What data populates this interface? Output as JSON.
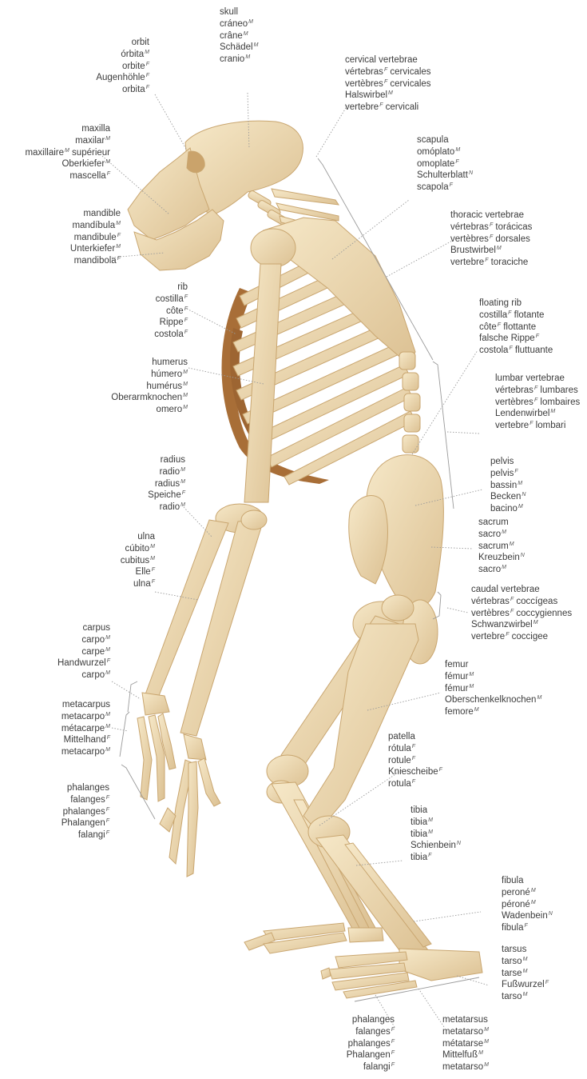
{
  "labels": [
    {
      "id": "skull",
      "terms": [
        [
          "skull",
          ""
        ],
        [
          "cráneo",
          "M"
        ],
        [
          "crâne",
          "M"
        ],
        [
          "Schädel",
          "M"
        ],
        [
          "cranio",
          "M"
        ]
      ]
    },
    {
      "id": "orbit",
      "terms": [
        [
          "orbit",
          ""
        ],
        [
          "órbita",
          "M"
        ],
        [
          "orbite",
          "F"
        ],
        [
          "Augenhöhle",
          "F"
        ],
        [
          "orbita",
          "F"
        ]
      ]
    },
    {
      "id": "maxilla",
      "terms": [
        [
          "maxilla",
          ""
        ],
        [
          "maxilar",
          "M"
        ],
        [
          "maxillaire",
          "M",
          " supérieur"
        ],
        [
          "Oberkiefer",
          "M"
        ],
        [
          "mascella",
          "F"
        ]
      ]
    },
    {
      "id": "mandible",
      "terms": [
        [
          "mandible",
          ""
        ],
        [
          "mandíbula",
          "M"
        ],
        [
          "mandibule",
          "F"
        ],
        [
          "Unterkiefer",
          "M"
        ],
        [
          "mandibola",
          "F"
        ]
      ]
    },
    {
      "id": "cervical-vertebrae",
      "terms": [
        [
          "cervical vertebrae",
          ""
        ],
        [
          "vértebras",
          "F",
          " cervicales"
        ],
        [
          "vertèbres",
          "F",
          " cervicales"
        ],
        [
          "Halswirbel",
          "M"
        ],
        [
          "vertebre",
          "F",
          " cervicali"
        ]
      ]
    },
    {
      "id": "scapula",
      "terms": [
        [
          "scapula",
          ""
        ],
        [
          "omóplato",
          "M"
        ],
        [
          "omoplate",
          "F"
        ],
        [
          "Schulterblatt",
          "N"
        ],
        [
          "scapola",
          "F"
        ]
      ]
    },
    {
      "id": "thoracic-vertebrae",
      "terms": [
        [
          "thoracic vertebrae",
          ""
        ],
        [
          "vértebras",
          "F",
          " torácicas"
        ],
        [
          "vertèbres",
          "F",
          " dorsales"
        ],
        [
          "Brustwirbel",
          "M"
        ],
        [
          "vertebre",
          "F",
          " toraciche"
        ]
      ]
    },
    {
      "id": "rib",
      "terms": [
        [
          "rib",
          ""
        ],
        [
          "costilla",
          "F"
        ],
        [
          "côte",
          "F"
        ],
        [
          "Rippe",
          "F"
        ],
        [
          "costola",
          "F"
        ]
      ]
    },
    {
      "id": "floating-rib",
      "terms": [
        [
          "floating rib",
          ""
        ],
        [
          "costilla",
          "F",
          " flotante"
        ],
        [
          "côte",
          "F",
          " flottante"
        ],
        [
          "falsche Rippe",
          "F"
        ],
        [
          "costola",
          "F",
          " fluttuante"
        ]
      ]
    },
    {
      "id": "humerus",
      "terms": [
        [
          "humerus",
          ""
        ],
        [
          "húmero",
          "M"
        ],
        [
          "humérus",
          "M"
        ],
        [
          "Oberarmknochen",
          "M"
        ],
        [
          "omero",
          "M"
        ]
      ]
    },
    {
      "id": "lumbar-vertebrae",
      "terms": [
        [
          "lumbar vertebrae",
          ""
        ],
        [
          "vértebras",
          "F",
          " lumbares"
        ],
        [
          "vertèbres",
          "F",
          " lombaires"
        ],
        [
          "Lendenwirbel",
          "M"
        ],
        [
          "vertebre",
          "F",
          " lombari"
        ]
      ]
    },
    {
      "id": "radius",
      "terms": [
        [
          "radius",
          ""
        ],
        [
          "radio",
          "M"
        ],
        [
          "radius",
          "M"
        ],
        [
          "Speiche",
          "F"
        ],
        [
          "radio",
          "M"
        ]
      ]
    },
    {
      "id": "pelvis",
      "terms": [
        [
          "pelvis",
          ""
        ],
        [
          "pelvis",
          "F"
        ],
        [
          "bassin",
          "M"
        ],
        [
          "Becken",
          "N"
        ],
        [
          "bacino",
          "M"
        ]
      ]
    },
    {
      "id": "ulna",
      "terms": [
        [
          "ulna",
          ""
        ],
        [
          "cúbito",
          "M"
        ],
        [
          "cubitus",
          "M"
        ],
        [
          "Elle",
          "F"
        ],
        [
          "ulna",
          "F"
        ]
      ]
    },
    {
      "id": "sacrum",
      "terms": [
        [
          "sacrum",
          ""
        ],
        [
          "sacro",
          "M"
        ],
        [
          "sacrum",
          "M"
        ],
        [
          "Kreuzbein",
          "N"
        ],
        [
          "sacro",
          "M"
        ]
      ]
    },
    {
      "id": "caudal-vertebrae",
      "terms": [
        [
          "caudal vertebrae",
          ""
        ],
        [
          "vértebras",
          "F",
          " coccígeas"
        ],
        [
          "vertèbres",
          "F",
          " coccygiennes"
        ],
        [
          "Schwanzwirbel",
          "M"
        ],
        [
          "vertebre",
          "F",
          " coccigee"
        ]
      ]
    },
    {
      "id": "carpus",
      "terms": [
        [
          "carpus",
          ""
        ],
        [
          "carpo",
          "M"
        ],
        [
          "carpe",
          "M"
        ],
        [
          "Handwurzel",
          "F"
        ],
        [
          "carpo",
          "M"
        ]
      ]
    },
    {
      "id": "femur",
      "terms": [
        [
          "femur",
          ""
        ],
        [
          "fémur",
          "M"
        ],
        [
          "fémur",
          "M"
        ],
        [
          "Oberschenkelknochen",
          "M"
        ],
        [
          "femore",
          "M"
        ]
      ]
    },
    {
      "id": "metacarpus",
      "terms": [
        [
          "metacarpus",
          ""
        ],
        [
          "metacarpo",
          "M"
        ],
        [
          "métacarpe",
          "M"
        ],
        [
          "Mittelhand",
          "F"
        ],
        [
          "metacarpo",
          "M"
        ]
      ]
    },
    {
      "id": "patella",
      "terms": [
        [
          "patella",
          ""
        ],
        [
          "rótula",
          "F"
        ],
        [
          "rotule",
          "F"
        ],
        [
          "Kniescheibe",
          "F"
        ],
        [
          "rotula",
          "F"
        ]
      ]
    },
    {
      "id": "phalanges-hand",
      "terms": [
        [
          "phalanges",
          ""
        ],
        [
          "falanges",
          "F"
        ],
        [
          "phalanges",
          "F"
        ],
        [
          "Phalangen",
          "F"
        ],
        [
          "falangi",
          "F"
        ]
      ]
    },
    {
      "id": "tibia",
      "terms": [
        [
          "tibia",
          ""
        ],
        [
          "tibia",
          "M"
        ],
        [
          "tibia",
          "M"
        ],
        [
          "Schienbein",
          "N"
        ],
        [
          "tibia",
          "F"
        ]
      ]
    },
    {
      "id": "fibula",
      "terms": [
        [
          "fibula",
          ""
        ],
        [
          "peroné",
          "M"
        ],
        [
          "péroné",
          "M"
        ],
        [
          "Wadenbein",
          "N"
        ],
        [
          "fibula",
          "F"
        ]
      ]
    },
    {
      "id": "tarsus",
      "terms": [
        [
          "tarsus",
          ""
        ],
        [
          "tarso",
          "M"
        ],
        [
          "tarse",
          "M"
        ],
        [
          "Fußwurzel",
          "F"
        ],
        [
          "tarso",
          "M"
        ]
      ]
    },
    {
      "id": "phalanges-foot",
      "terms": [
        [
          "phalanges",
          ""
        ],
        [
          "falanges",
          "F"
        ],
        [
          "phalanges",
          "F"
        ],
        [
          "Phalangen",
          "F"
        ],
        [
          "falangi",
          "F"
        ]
      ]
    },
    {
      "id": "metatarsus",
      "terms": [
        [
          "metatarsus",
          ""
        ],
        [
          "metatarso",
          "M"
        ],
        [
          "métatarse",
          "M"
        ],
        [
          "Mittelfuß",
          "M"
        ],
        [
          "metatarso",
          "M"
        ]
      ]
    }
  ],
  "colors": {
    "bone": "#efdcb6",
    "bone_shadow": "#d8b98a",
    "bone_dark": "#b88d55",
    "rib_inner": "#a06a36",
    "leader": "#9a9a9a",
    "text": "#3c3c3c"
  }
}
